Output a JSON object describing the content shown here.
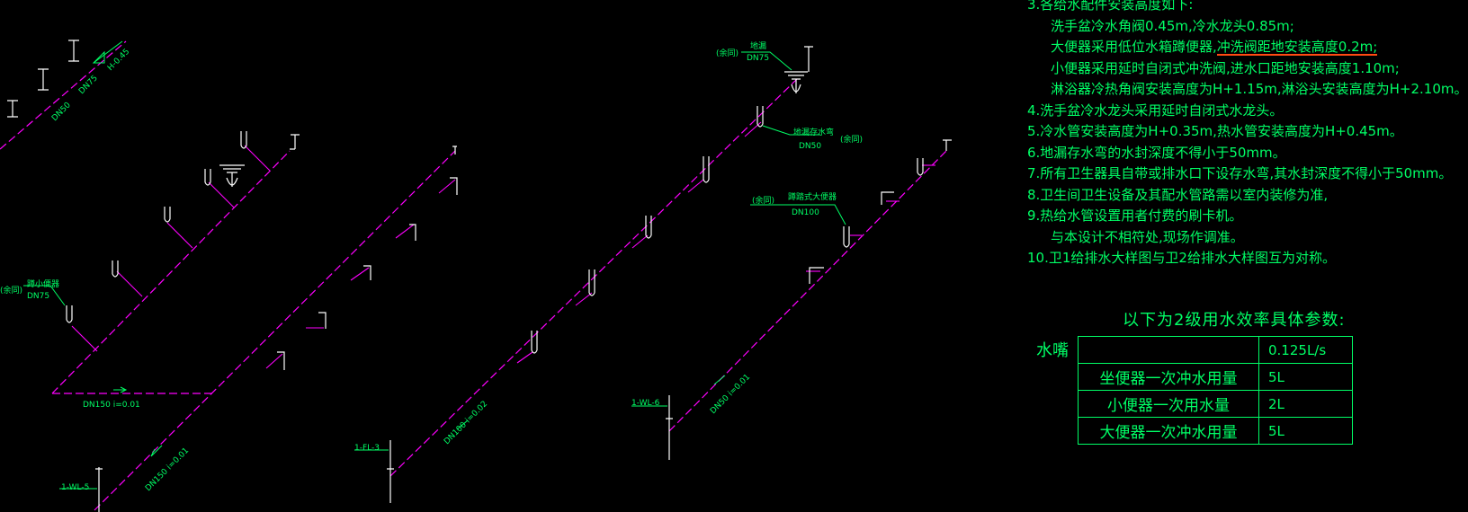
{
  "drawing": {
    "colors": {
      "pipe": "#ff00ff",
      "fixture": "#ffffff",
      "text": "#00ff66",
      "highlight": "#ff4a12",
      "background": "#000000"
    },
    "left_group": {
      "fixture_tag": "(余同)",
      "fixture_name": "蹲小便器",
      "fixture_dn": "DN75",
      "main_pipe": "DN150  i=0.01",
      "riser_pipe": "DN150  i=0.01",
      "riser_tag": "1-WL-5",
      "top_pipe_a": "DN50",
      "top_pipe_b": "DN75",
      "top_height": "H-0.45"
    },
    "middle_group": {
      "pipe_label": "DN100  i=0.02",
      "riser_tag": "1-FL-3"
    },
    "right_group": {
      "floor_drain_tag": "(余同)",
      "floor_drain_name": "地漏",
      "floor_drain_dn": "DN75",
      "trap_name": "地漏存水弯",
      "trap_dn": "DN50",
      "trap_tag": "(余同)",
      "toilet_tag": "(余同)",
      "toilet_name": "蹲踏式大便器",
      "toilet_dn": "DN100",
      "pipe_label": "DN50  i=0.01",
      "riser_tag": "1-WL-6"
    }
  },
  "notes": {
    "line0": "3.各给水配件安装高度如下:",
    "line1": "洗手盆冷水角阀0.45m,冷水龙头0.85m;",
    "line2a": "大便器采用低位水箱蹲便器,",
    "line2b": "冲洗阀距地安装高度0.2m;",
    "line3": "小便器采用延时自闭式冲洗阀,进水口距地安装高度1.10m;",
    "line4": "淋浴器冷热角阀安装高度为H+1.15m,淋浴头安装高度为H+2.10m。",
    "line5": "4.洗手盆冷水龙头采用延时自闭式水龙头。",
    "line6": "5.冷水管安装高度为H+0.35m,热水管安装高度为H+0.45m。",
    "line7": "6.地漏存水弯的水封深度不得小于50mm。",
    "line8": "7.所有卫生器具自带或排水口下设存水弯,其水封深度不得小于50mm。",
    "line9": "8.卫生间卫生设备及其配水管路需以室内装修为准,",
    "line10": "9.热给水管设置用者付费的刷卡机。",
    "line11": "与本设计不相符处,现场作调准。",
    "line12": "10.卫1给排水大样图与卫2给排水大样图互为对称。"
  },
  "params": {
    "title": "以下为2级用水效率具体参数:",
    "label": "水嘴",
    "rows": [
      {
        "name": "",
        "value": "0.125L/s"
      },
      {
        "name": "坐便器一次冲水用量",
        "value": "5L"
      },
      {
        "name": "小便器一次用水量",
        "value": "2L"
      },
      {
        "name": "大便器一次冲水用量",
        "value": "5L"
      }
    ]
  }
}
